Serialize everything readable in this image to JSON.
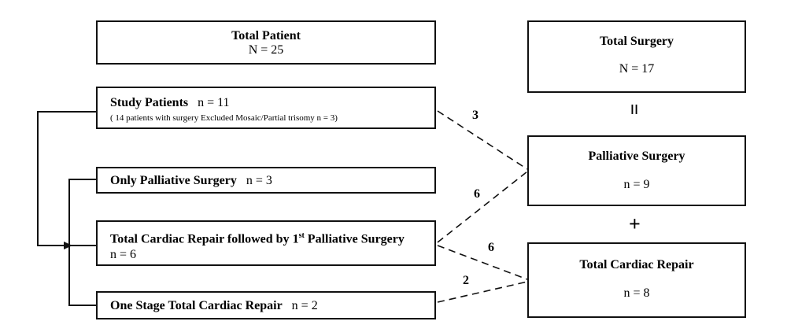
{
  "left": {
    "total_patient": {
      "title": "Total  Patient",
      "count": "N = 25"
    },
    "study_patients": {
      "title": "Study Patients",
      "count": "n = 11",
      "note": "( 14 patients with surgery Excluded Mosaic/Partial trisomy n = 3)"
    },
    "only_palliative": {
      "title": "Only Palliative Surgery",
      "count": "n = 3"
    },
    "total_cardiac_followed": {
      "title": "Total Cardiac Repair followed by 1",
      "sup": "st",
      "title_end": " Palliative Surgery",
      "count": "n = 6"
    },
    "one_stage": {
      "title": "One Stage Total Cardiac Repair",
      "count": "n = 2"
    }
  },
  "right": {
    "total_surgery": {
      "title": "Total  Surgery",
      "count": "N = 17"
    },
    "equals_symbol": "=",
    "palliative_surgery": {
      "title": "Palliative Surgery",
      "count": "n = 9"
    },
    "plus_symbol": "+",
    "total_cardiac_repair": {
      "title": "Total Cardiac Repair",
      "count": "n = 8"
    }
  },
  "connections": {
    "study_to_palliative": "3",
    "followed_to_palliative": "6",
    "followed_to_repair": "6",
    "onestage_to_repair": "2"
  }
}
